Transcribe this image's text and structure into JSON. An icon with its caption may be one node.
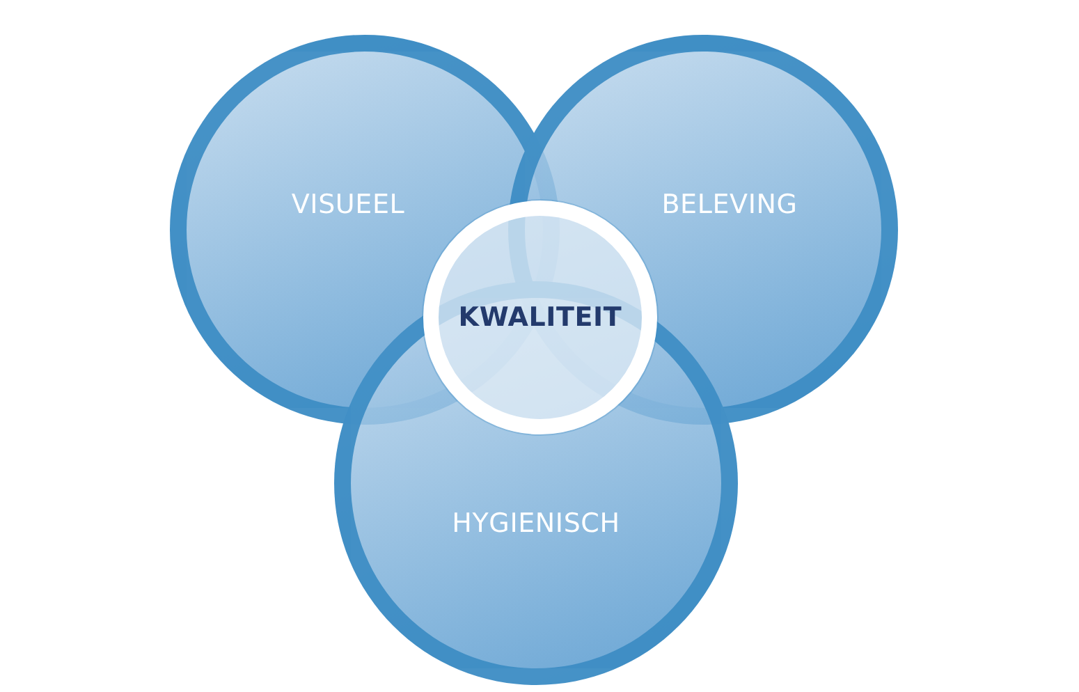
{
  "diagram": {
    "nodes": [
      {
        "text": [
          "VISUEEL"
        ]
      },
      {
        "text": [
          "BELEVING"
        ]
      },
      {
        "text": [
          "HYGIENISCH"
        ]
      },
      {
        "text": [
          "KWALITEIT"
        ]
      }
    ]
  }
}
